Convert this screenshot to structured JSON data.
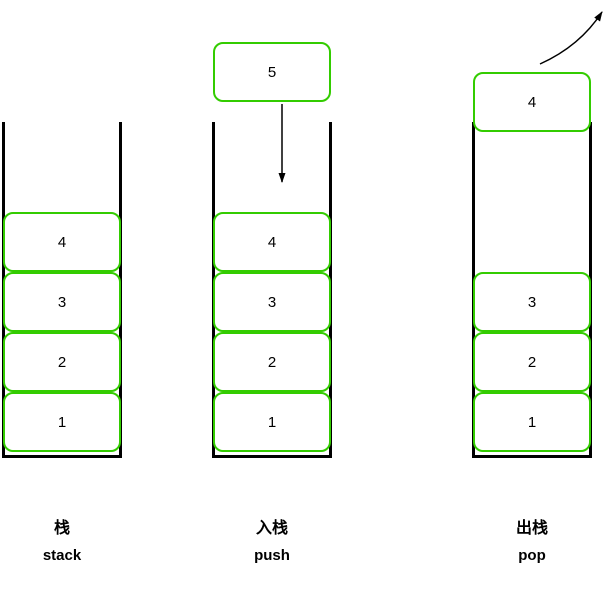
{
  "colors": {
    "box_border": "#33cc00",
    "container_line": "#000000",
    "text": "#000000",
    "background": "#ffffff"
  },
  "stacks": [
    {
      "label_cn": "栈",
      "label_en": "stack",
      "items": [
        "4",
        "3",
        "2",
        "1"
      ]
    },
    {
      "label_cn": "入栈",
      "label_en": "push",
      "floating_item": "5",
      "items": [
        "4",
        "3",
        "2",
        "1"
      ]
    },
    {
      "label_cn": "出栈",
      "label_en": "pop",
      "floating_item": "4",
      "items": [
        "3",
        "2",
        "1"
      ]
    }
  ],
  "icons": {
    "push_arrow": "down-arrow",
    "pop_arrow": "curved-up-right-arrow"
  }
}
